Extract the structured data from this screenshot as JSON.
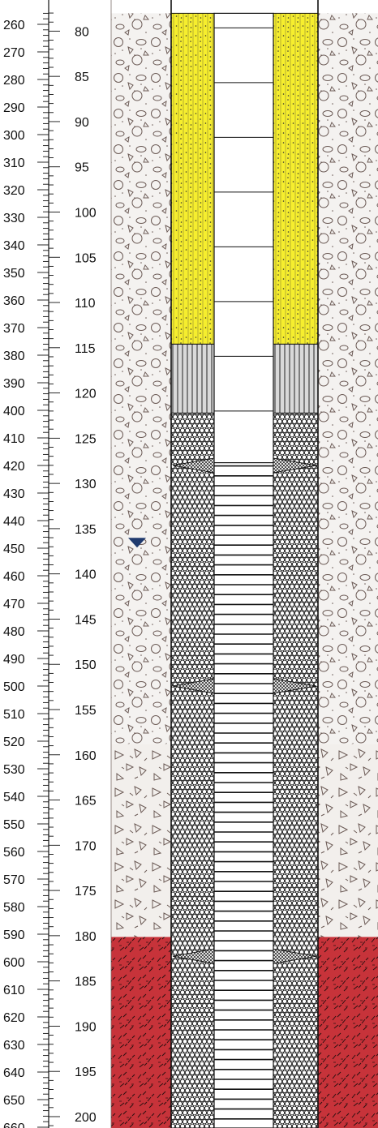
{
  "feet_scale": {
    "labels": [
      "260",
      "270",
      "280",
      "290",
      "300",
      "310",
      "320",
      "330",
      "340",
      "350",
      "360",
      "370",
      "380",
      "390",
      "400",
      "410",
      "420",
      "430",
      "440",
      "450",
      "460",
      "470",
      "480",
      "490",
      "500",
      "510",
      "520",
      "530",
      "540",
      "550",
      "560",
      "570",
      "580",
      "590",
      "600",
      "610",
      "620",
      "630",
      "640",
      "650",
      "660"
    ]
  },
  "meter_scale": {
    "labels": [
      "80",
      "85",
      "90",
      "95",
      "100",
      "105",
      "110",
      "115",
      "120",
      "125",
      "130",
      "135",
      "140",
      "145",
      "150",
      "155",
      "160",
      "165",
      "170",
      "175",
      "180",
      "185",
      "190",
      "195",
      "200"
    ]
  },
  "water_level": {
    "depth_ft": 448,
    "color": "#1f3a6e"
  },
  "lithology": [
    {
      "unit": "gravel-boulders",
      "top_ft": 256,
      "bottom_ft": 521,
      "color": "#f3f1ef"
    },
    {
      "unit": "breccia",
      "top_ft": 521,
      "bottom_ft": 591,
      "color": "#f1eeeb"
    },
    {
      "unit": "volcanic-rock",
      "top_ft": 591,
      "bottom_ft": 670,
      "color": "#c7333a"
    }
  ],
  "well": {
    "grout": {
      "top_ft": 256,
      "bottom_ft": 376,
      "color": "#f6ee2e"
    },
    "bentonite_seal": {
      "top_ft": 376,
      "bottom_ft": 401,
      "color": "#d9d9d9"
    },
    "filter_pack": {
      "top_ft": 401,
      "bottom_ft": 670
    },
    "blank_casing": {
      "top_ft": 256,
      "bottom_ft": 419
    },
    "screen": {
      "top_ft": 419,
      "bottom_ft": 670
    },
    "centralizers_ft": [
      420,
      500,
      598
    ]
  }
}
